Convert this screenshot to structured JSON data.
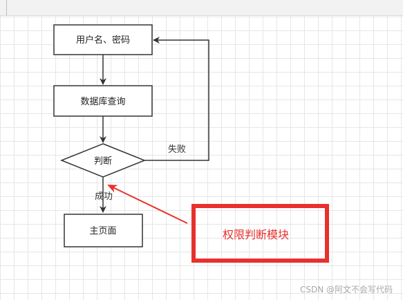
{
  "diagram": {
    "nodes": {
      "login_input": "用户名、密码",
      "db_query": "数据库查询",
      "decision": "判断",
      "home_page": "主页面"
    },
    "edges": {
      "fail_label": "失败",
      "success_label": "成功"
    },
    "annotation": {
      "label": "权限判断模块"
    }
  },
  "watermark": "CSDN @阿文不会写代码",
  "colors": {
    "grid": "#e6e6e6",
    "node_stroke": "#333333",
    "edge_stroke": "#333333",
    "annotation": "#e8302c",
    "watermark": "#a8a8a8"
  }
}
